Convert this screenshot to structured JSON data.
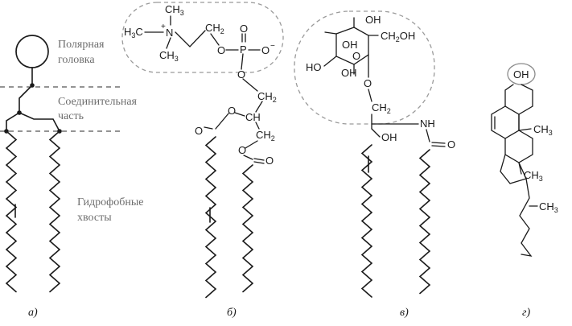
{
  "panels": {
    "a": {
      "label": "а)",
      "polar_head": [
        "Полярная",
        "головка"
      ],
      "linker": [
        "Соединительная",
        "часть"
      ],
      "tails": [
        "Гидрофобные",
        "хвосты"
      ]
    },
    "b": {
      "label": "б)",
      "atoms": {
        "methyl_left": "H",
        "methyl_left_sub": "3",
        "methyl_left_c": "C",
        "methyl_top": "CH",
        "methyl_top_sub": "3",
        "methyl_bottom": "CH",
        "methyl_bottom_sub": "3",
        "n": "N",
        "n_charge": "+",
        "ch2_top": "CH",
        "ch2_top_sub": "2",
        "o_phos_left": "O",
        "p": "P",
        "o_phos_top": "O",
        "o_phos_right": "O",
        "o_phos_right_charge": "−",
        "o_glycerol": "O",
        "ch2_glycerol": "CH",
        "ch2_glycerol_sub": "2",
        "ch": "CH",
        "o_ester_1": "O",
        "o_carbonyl_1": "O",
        "ch2_lower": "CH",
        "ch2_lower_sub": "2",
        "o_ester_2": "O",
        "o_carbonyl_2": "O"
      }
    },
    "c": {
      "label": "в)",
      "atoms": {
        "oh_1": "OH",
        "oh_2": "OH",
        "ch2oh": "CH",
        "ch2oh_sub": "2",
        "ch2oh_tail": "OH",
        "ho": "HO",
        "oh_3": "OH",
        "o_ring": "O",
        "o_link": "O",
        "ch2": "CH",
        "ch2_sub": "2",
        "nh": "NH",
        "oh_side": "OH",
        "o_amide": "O"
      }
    },
    "d": {
      "label": "г)",
      "atoms": {
        "oh": "OH",
        "ch3_1": "CH",
        "ch3_1_sub": "3",
        "ch3_2": "CH",
        "ch3_2_sub": "3",
        "ch3_3": "CH",
        "ch3_3_sub": "3"
      }
    }
  }
}
